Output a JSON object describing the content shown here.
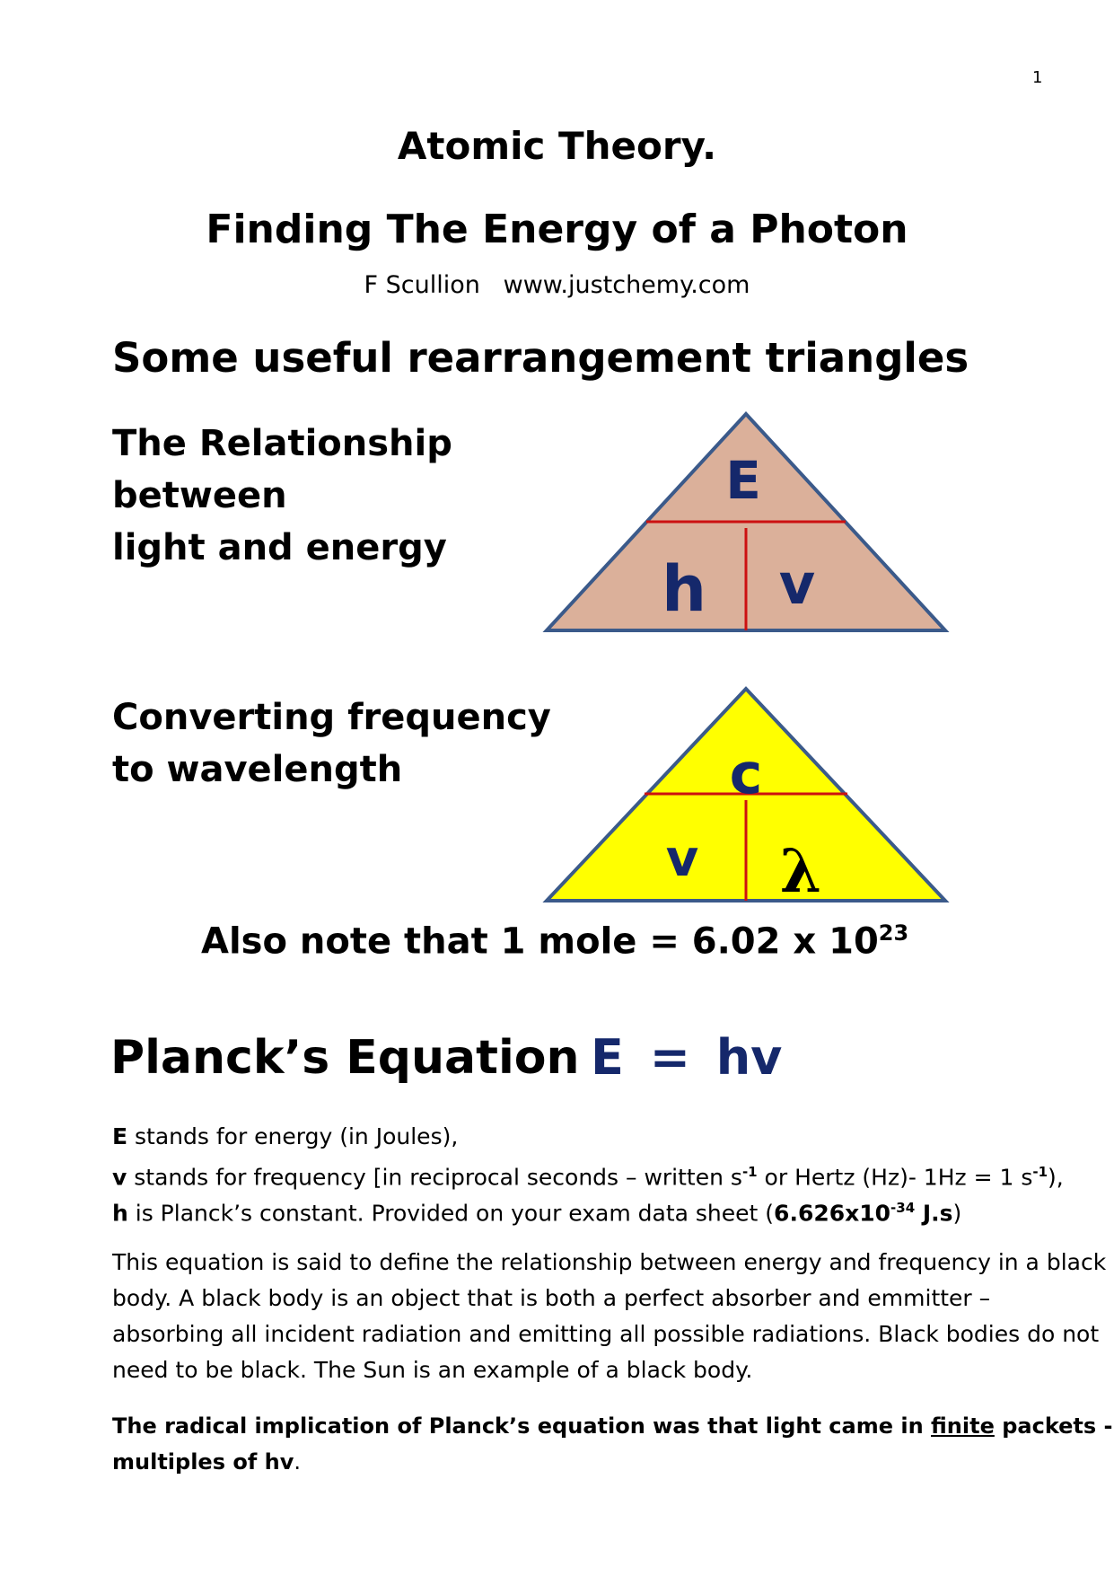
{
  "page_number": "1",
  "title": "Atomic Theory.",
  "subtitle": "Finding The Energy of a Photon",
  "author": "F Scullion",
  "website": "www.justchemy.com",
  "triangles_heading": "Some useful rearrangement triangles",
  "triangle1": {
    "caption": [
      "The Relationship",
      "between",
      "light and energy"
    ],
    "top": "E",
    "bottom_left": "h",
    "bottom_right": "v",
    "fill": "#dbb09a"
  },
  "triangle2": {
    "caption": [
      "Converting frequency",
      "to wavelength"
    ],
    "top": "c",
    "bottom_left": "v",
    "bottom_right": "λ",
    "fill": "#ffff00"
  },
  "mole_note": {
    "text": "Also note that 1 mole = 6.02 x 10",
    "exponent": "23"
  },
  "planck": {
    "heading": "Planck’s Equation",
    "equation": "E = hv"
  },
  "definitions": {
    "e": {
      "symbol": "E",
      "text": " stands for energy (in Joules),"
    },
    "v": {
      "symbol": "v",
      "text1": " stands for frequency [in reciprocal seconds – written s",
      "exp1": "-1",
      "text2": " or Hertz (Hz)- 1Hz = 1 s",
      "exp2": "-1",
      "text3": "),"
    },
    "h": {
      "symbol": "h",
      "text1": " is Planck’s  constant.  Provided on your exam data sheet (",
      "value": "6.626x10",
      "exp": "-34",
      "unit": " J.s",
      "text2": ")"
    }
  },
  "paragraph": [
    "This equation is said to define the relationship between energy and frequency in a black",
    "body. A black body is an object that is both a perfect absorber and emmitter –",
    "absorbing  all incident radiation and emitting all possible radiations. Black bodies do not",
    "need to be black. The Sun is an example of a black body."
  ],
  "implication": {
    "part1": "The radical implication of Planck’s equation was that light came in ",
    "underlined": "finite",
    "part2": " packets -",
    "line2": "multiples of hv",
    "line2_end": "."
  }
}
